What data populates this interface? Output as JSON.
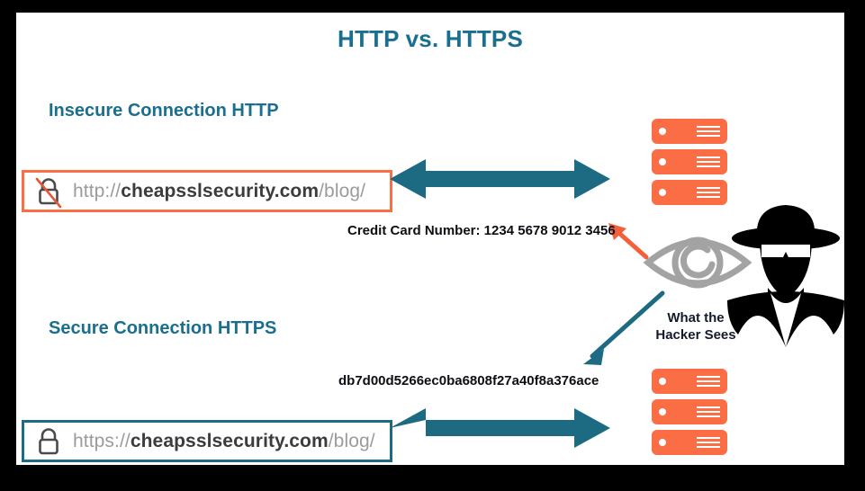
{
  "title": "HTTP vs. HTTPS",
  "sections": {
    "insecure": {
      "heading": "Insecure Connection HTTP",
      "lock_icon": "unlocked-padlock-crossed-icon",
      "url": {
        "scheme": "http://",
        "domain": "cheapsslsecurity.com",
        "path": "/blog/"
      },
      "border_color": "#fa6e46",
      "data_label": "Credit Card Number: 1234 5678 9012 3456"
    },
    "secure": {
      "heading": "Secure Connection HTTPS",
      "lock_icon": "locked-padlock-icon",
      "url": {
        "scheme": "https://",
        "domain": "cheapsslsecurity.com",
        "path": "/blog/"
      },
      "border_color": "#1d6b83",
      "data_label": "db7d00d5266ec0ba6808f27a40f8a376ace"
    }
  },
  "hacker": {
    "caption": "What the Hacker Sees",
    "eye_icon": "spying-eye-icon",
    "figure_icon": "hacker-spy-silhouette-icon"
  },
  "colors": {
    "teal": "#1d6b83",
    "title_teal": "#1a6e8e",
    "orange": "#fb6d45",
    "eye_gray": "#a3a3a3",
    "url_gray": "#9b9b9b",
    "domain_gray": "#3c3c3c",
    "frame_black": "#000000"
  },
  "icons": {
    "server": "server-rack-icon",
    "arrow_double": "double-headed-arrow-icon",
    "arrow_plain_data": "orange-pointer-arrow-icon",
    "arrow_encrypted_data": "teal-pointer-arrow-icon"
  }
}
